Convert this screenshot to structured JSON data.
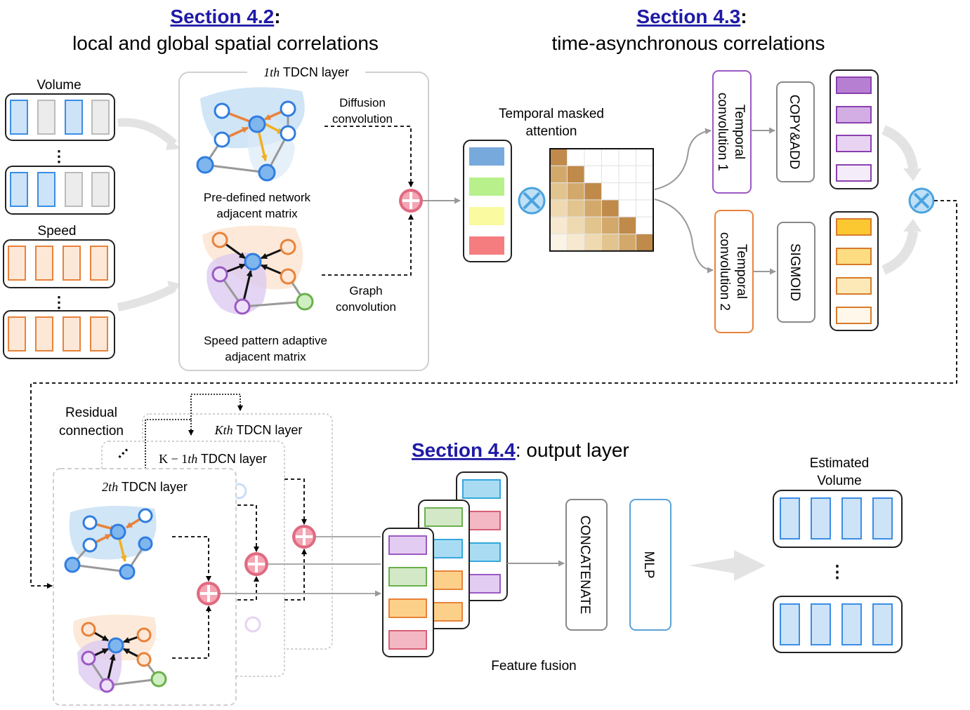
{
  "section_42": {
    "link": "Section 4.2",
    "colon": ":",
    "subtitle": "local and global spatial correlations"
  },
  "section_43": {
    "link": "Section 4.3",
    "colon": ":",
    "subtitle": "time-asynchronous correlations"
  },
  "section_44": {
    "link": "Section 4.4",
    "suffix": ": output layer"
  },
  "inputs": {
    "volume": "Volume",
    "speed": "Speed",
    "ellipsis": "⋮"
  },
  "tdcn1": {
    "title_italic": "1th",
    "title_rest": " TDCN layer",
    "diffusion": [
      "Diffusion",
      "convolution"
    ],
    "graph": [
      "Graph",
      "convolution"
    ],
    "predefined": [
      "Pre-defined network",
      "adjacent matrix"
    ],
    "adaptive": [
      "Speed pattern adaptive",
      "adjacent matrix"
    ]
  },
  "temporal": {
    "masked_attention": [
      "Temporal masked",
      "attention"
    ],
    "conv1": [
      "Temporal",
      "convolution 1"
    ],
    "conv2": [
      "Temporal",
      "convolution 2"
    ],
    "copy_add": "COPY&ADD",
    "sigmoid": "SIGMOID"
  },
  "stack": {
    "residual": [
      "Residual",
      "connection"
    ],
    "kth": {
      "italic": "Kth",
      "rest": " TDCN layer"
    },
    "k1th": {
      "pre": "K − 1",
      "italic": "th",
      "rest": " TDCN layer"
    },
    "second": {
      "italic": "2th",
      "rest": " TDCN layer"
    }
  },
  "output": {
    "concatenate": "CONCATENATE",
    "mlp": "MLP",
    "feature_fusion": "Feature fusion",
    "estimated": [
      "Estimated",
      "Volume"
    ],
    "ellipsis": "⋮"
  },
  "colors": {
    "link": "#1f1aa5",
    "blue": "#3a8ee6",
    "orange": "#e8823a",
    "purple": "#9b59c4",
    "green": "#6ab04c",
    "plus_node": "#e06a80",
    "times_node": "#4aa3df"
  }
}
